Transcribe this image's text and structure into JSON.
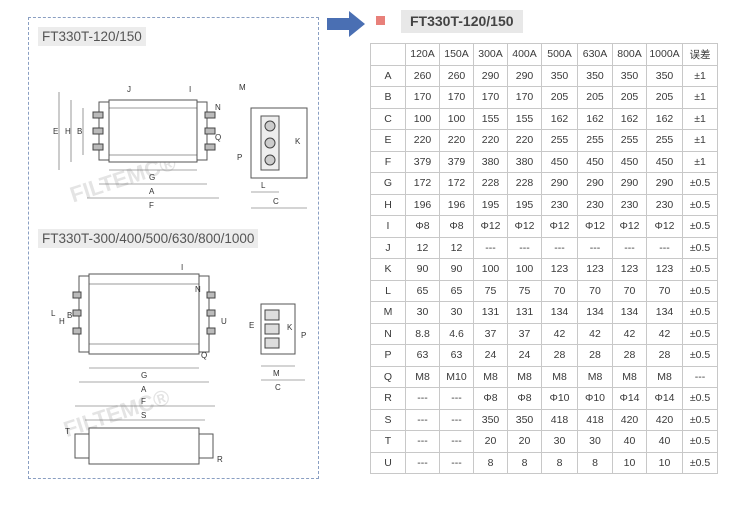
{
  "left_panel": {
    "title_top": "FT330T-120/150",
    "title_bottom": "FT330T-300/400/500/630/800/1000",
    "watermark": "FILTEMC®",
    "fig1_labels": {
      "J": "J",
      "I": "I",
      "M": "M",
      "N": "N",
      "E": "E",
      "H": "H",
      "B": "B",
      "Q": "Q",
      "K": "K",
      "P": "P",
      "G": "G",
      "A": "A",
      "F": "F",
      "L": "L",
      "C": "C"
    },
    "fig2_labels": {
      "I": "I",
      "N": "N",
      "L": "L",
      "H": "H",
      "B": "B",
      "U": "U",
      "Q": "Q",
      "E": "E",
      "K": "K",
      "P": "P",
      "M": "M",
      "C": "C",
      "G": "G",
      "A": "A",
      "F": "F",
      "S": "S",
      "T": "T",
      "R": "R"
    }
  },
  "header": {
    "title": "FT330T-120/150"
  },
  "table": {
    "columns": [
      "",
      "120A",
      "150A",
      "300A",
      "400A",
      "500A",
      "630A",
      "800A",
      "1000A",
      "误差"
    ],
    "rows": [
      [
        "A",
        "260",
        "260",
        "290",
        "290",
        "350",
        "350",
        "350",
        "350",
        "±1"
      ],
      [
        "B",
        "170",
        "170",
        "170",
        "170",
        "205",
        "205",
        "205",
        "205",
        "±1"
      ],
      [
        "C",
        "100",
        "100",
        "155",
        "155",
        "162",
        "162",
        "162",
        "162",
        "±1"
      ],
      [
        "E",
        "220",
        "220",
        "220",
        "220",
        "255",
        "255",
        "255",
        "255",
        "±1"
      ],
      [
        "F",
        "379",
        "379",
        "380",
        "380",
        "450",
        "450",
        "450",
        "450",
        "±1"
      ],
      [
        "G",
        "172",
        "172",
        "228",
        "228",
        "290",
        "290",
        "290",
        "290",
        "±0.5"
      ],
      [
        "H",
        "196",
        "196",
        "195",
        "195",
        "230",
        "230",
        "230",
        "230",
        "±0.5"
      ],
      [
        "I",
        "Φ8",
        "Φ8",
        "Φ12",
        "Φ12",
        "Φ12",
        "Φ12",
        "Φ12",
        "Φ12",
        "±0.5"
      ],
      [
        "J",
        "12",
        "12",
        "---",
        "---",
        "---",
        "---",
        "---",
        "---",
        "±0.5"
      ],
      [
        "K",
        "90",
        "90",
        "100",
        "100",
        "123",
        "123",
        "123",
        "123",
        "±0.5"
      ],
      [
        "L",
        "65",
        "65",
        "75",
        "75",
        "70",
        "70",
        "70",
        "70",
        "±0.5"
      ],
      [
        "M",
        "30",
        "30",
        "131",
        "131",
        "134",
        "134",
        "134",
        "134",
        "±0.5"
      ],
      [
        "N",
        "8.8",
        "4.6",
        "37",
        "37",
        "42",
        "42",
        "42",
        "42",
        "±0.5"
      ],
      [
        "P",
        "63",
        "63",
        "24",
        "24",
        "28",
        "28",
        "28",
        "28",
        "±0.5"
      ],
      [
        "Q",
        "M8",
        "M10",
        "M8",
        "M8",
        "M8",
        "M8",
        "M8",
        "M8",
        "---"
      ],
      [
        "R",
        "---",
        "---",
        "Φ8",
        "Φ8",
        "Φ10",
        "Φ10",
        "Φ14",
        "Φ14",
        "±0.5"
      ],
      [
        "S",
        "---",
        "---",
        "350",
        "350",
        "418",
        "418",
        "420",
        "420",
        "±0.5"
      ],
      [
        "T",
        "---",
        "---",
        "20",
        "20",
        "30",
        "30",
        "40",
        "40",
        "±0.5"
      ],
      [
        "U",
        "---",
        "---",
        "8",
        "8",
        "8",
        "8",
        "10",
        "10",
        "±0.5"
      ]
    ]
  }
}
